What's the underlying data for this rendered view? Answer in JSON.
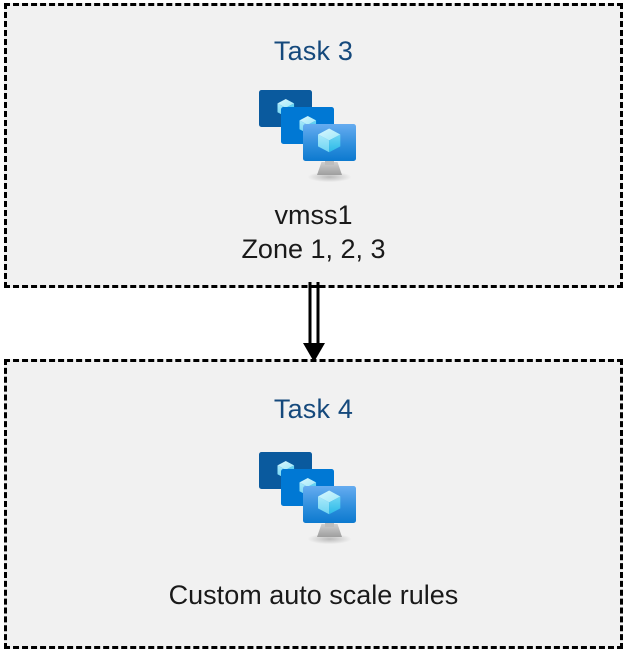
{
  "diagram": {
    "background_color": "#ffffff",
    "box_fill_color": "#f1f1f1",
    "box_border_color": "#000000",
    "heading_color": "#15497c",
    "caption_color": "#1a1a1a",
    "connector_color": "#000000",
    "boxes": [
      {
        "heading": "Task 3",
        "icon_name": "azure-vm-scale-set-icon",
        "caption_lines": [
          "vmss1",
          "Zone 1, 2, 3"
        ]
      },
      {
        "heading": "Task 4",
        "icon_name": "azure-vm-scale-set-icon",
        "caption_lines": [
          "Custom auto scale rules"
        ]
      }
    ],
    "connector": {
      "name": "double-line-arrow-down",
      "from": "Task 3",
      "to": "Task 4",
      "style": "double-line with solid triangular arrowhead",
      "direction": "down"
    },
    "icon_palette": {
      "monitor_back": "#0a5a9e",
      "monitor_middle": "#0078d4",
      "monitor_front_top": "#61a8ef",
      "monitor_front_bottom": "#0f7fd4",
      "cube_light": "#c3f1fb",
      "cube_mid": "#86e1f7",
      "cube_dark": "#32c2ec",
      "stand": "#b3b3b3"
    }
  }
}
